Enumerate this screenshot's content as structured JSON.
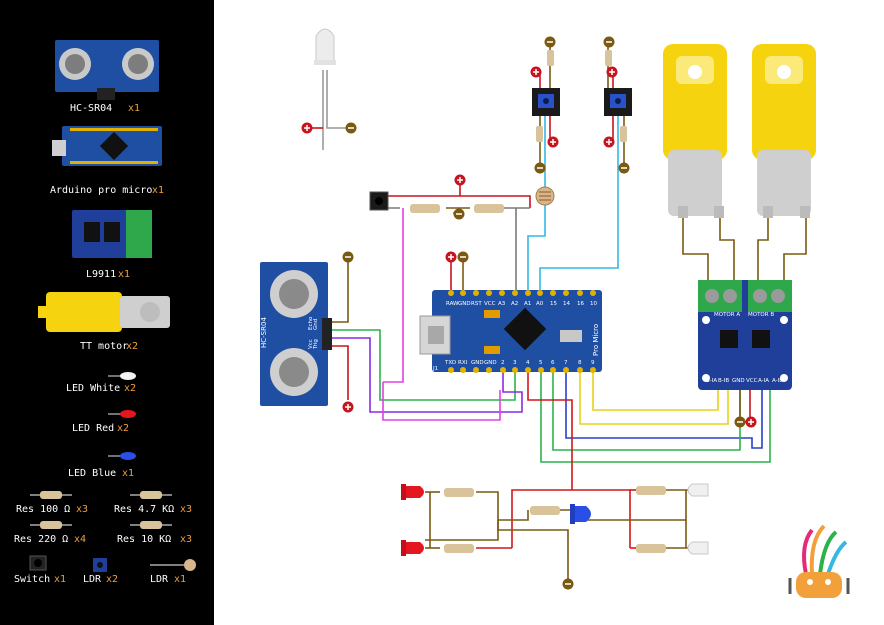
{
  "bom": [
    {
      "label": "HC-SR04",
      "qty": "x1"
    },
    {
      "label": "Arduino pro micro",
      "qty": "x1"
    },
    {
      "label": "L9911",
      "qty": "x1"
    },
    {
      "label": "TT motor",
      "qty": "x2"
    },
    {
      "label": "LED White",
      "qty": "x2"
    },
    {
      "label": "LED Red",
      "qty": "x2"
    },
    {
      "label": "LED Blue",
      "qty": "x1"
    },
    {
      "label": "Res 100 Ω",
      "qty": "x3"
    },
    {
      "label": "Res 4.7 KΩ",
      "qty": "x3"
    },
    {
      "label": "Res 220 Ω",
      "qty": "x4"
    },
    {
      "label": "Res 10 KΩ",
      "qty": "x3"
    },
    {
      "label": "Switch",
      "qty": "x1"
    },
    {
      "label": "LDR",
      "qty": "x2"
    },
    {
      "label": "LDR",
      "qty": "x1"
    }
  ],
  "sensor": {
    "name": "HC-SR04",
    "pins": [
      "Vcc",
      "Trig",
      "Echo",
      "Gnd"
    ]
  },
  "board": {
    "top_pins": [
      "RAW",
      "GND",
      "RST",
      "VCC",
      "A3",
      "A2",
      "A1",
      "A0",
      "15",
      "14",
      "16",
      "10"
    ],
    "bottom_pins": [
      "TXO",
      "RXI",
      "GND",
      "GND",
      "2",
      "3",
      "4",
      "5",
      "6",
      "7",
      "8",
      "9"
    ],
    "side_label": "Pro Micro",
    "j1": "J1"
  },
  "driver": {
    "motor_a": "MOTOR A",
    "motor_b": "MOTOR B",
    "pins": [
      "B-IA",
      "B-IB",
      "GND",
      "VCC",
      "A-IA",
      "A-IB"
    ]
  },
  "signs": {
    "plus": "+",
    "minus": "−"
  },
  "colors": {
    "panel": "#000000",
    "qty": "#f2a03a",
    "pcb": "#1f4fa3",
    "motor": "#f5d30f",
    "power": "#c8141e",
    "ground": "#7a5a12",
    "wire_cyan": "#35b7e5",
    "wire_magenta": "#e040e0",
    "wire_green": "#2db24a",
    "wire_yellow": "#e8d21a",
    "wire_blue": "#2a3fcf",
    "wire_red": "#d01818",
    "wire_gray": "#7a7a7a",
    "wire_purple": "#8a2be2"
  }
}
